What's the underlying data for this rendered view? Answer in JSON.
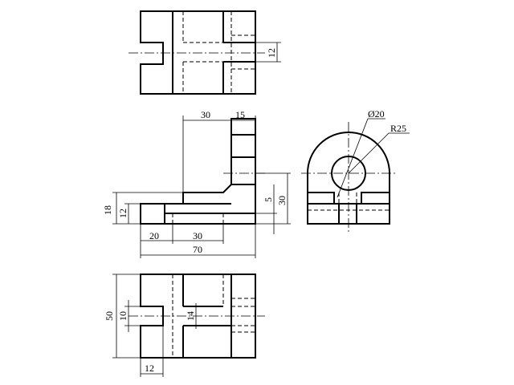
{
  "labels": {
    "top_w12": "12",
    "front_w30_top": "30",
    "front_w15": "15",
    "front_h18": "18",
    "front_h12": "12",
    "front_h5": "5",
    "front_h30": "30",
    "front_w20": "20",
    "front_w30_bottom": "30",
    "front_w70": "70",
    "side_d20": "Ø20",
    "side_r25": "R25",
    "bottom_h50": "50",
    "bottom_h10": "10",
    "bottom_h14": "14",
    "bottom_w12": "12"
  }
}
